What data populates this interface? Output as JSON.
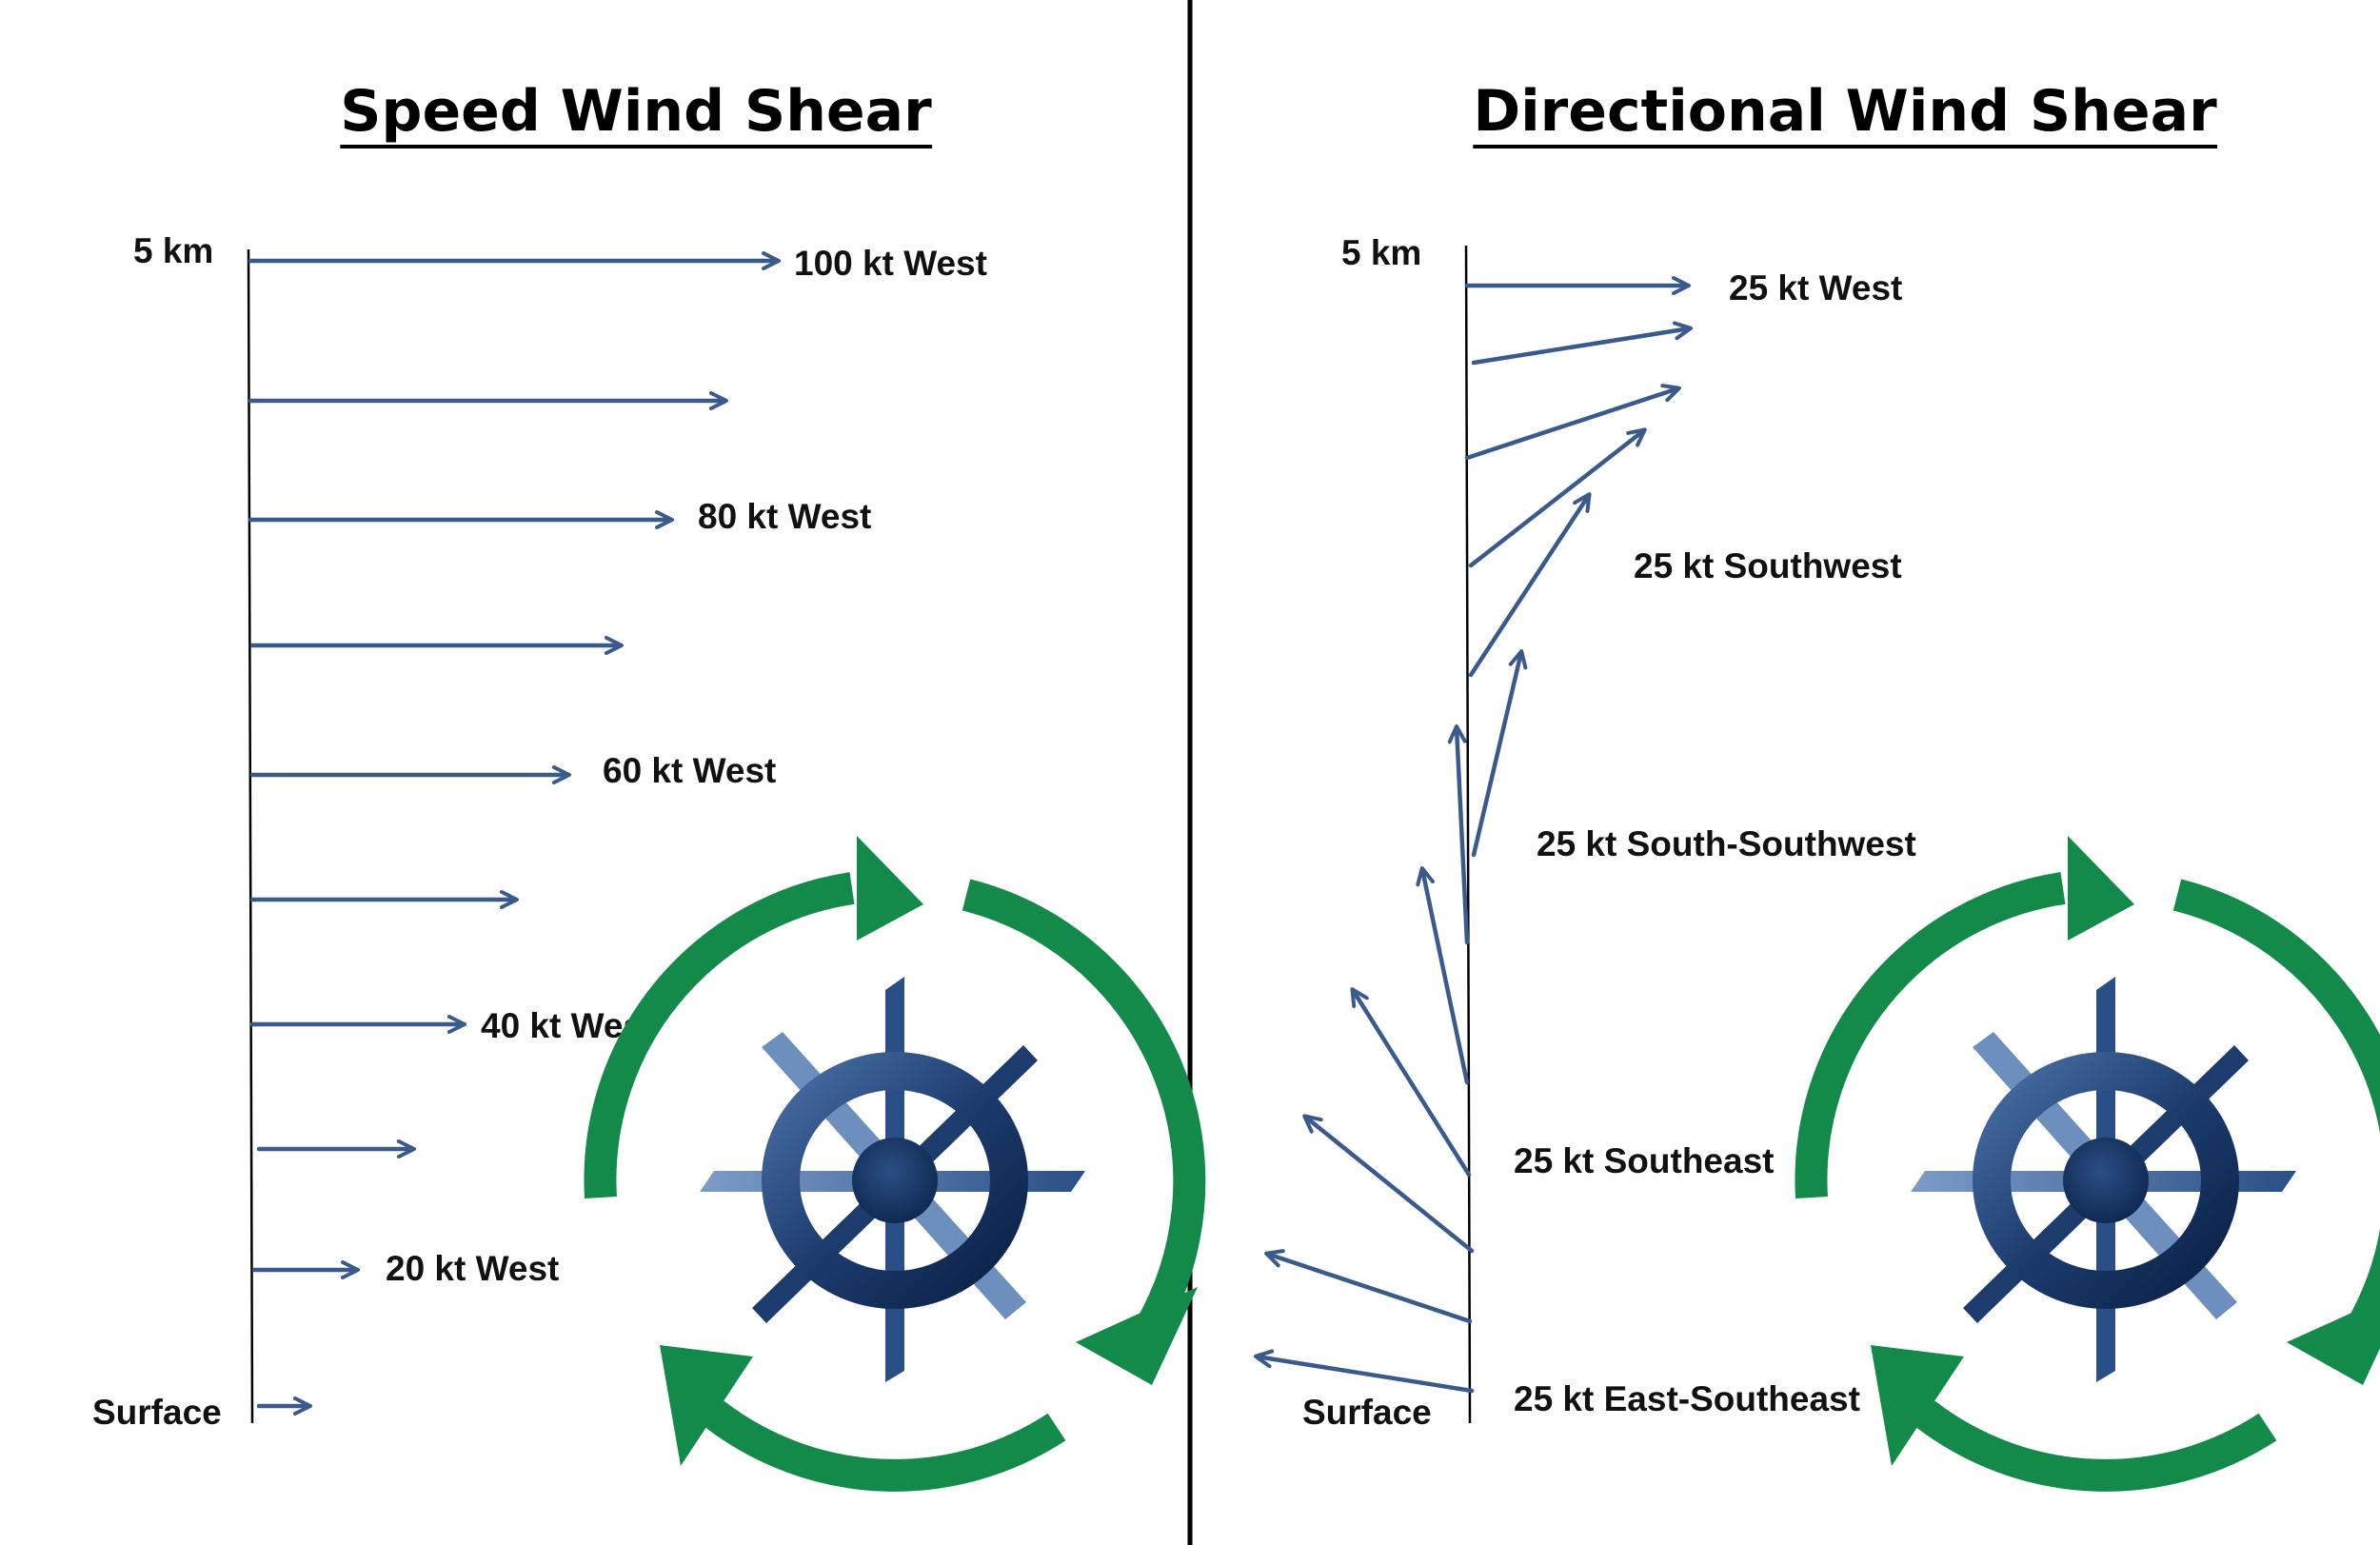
{
  "colors": {
    "arrow": "#3b5a8c",
    "rotation": "#138a4a",
    "vortex_dark": "#0f2a52",
    "vortex_mid": "#2a4f85",
    "vortex_light": "#6d8fbd"
  },
  "left_panel": {
    "title": "Speed Wind Shear",
    "top_label": "5 km",
    "bottom_label": "Surface",
    "arrow_labels": [
      "100 kt West",
      "80 kt West",
      "60 kt West",
      "40 kt West",
      "20 kt West"
    ],
    "rotation_icon": "rotating-updraft-icon"
  },
  "right_panel": {
    "title": "Directional Wind Shear",
    "top_label": "5 km",
    "bottom_label": "Surface",
    "arrow_labels": [
      "25 kt West",
      "25 kt Southwest",
      "25 kt South-Southwest",
      "25 kt Southeast",
      "25 kt East-Southeast"
    ],
    "rotation_icon": "rotating-updraft-icon"
  }
}
